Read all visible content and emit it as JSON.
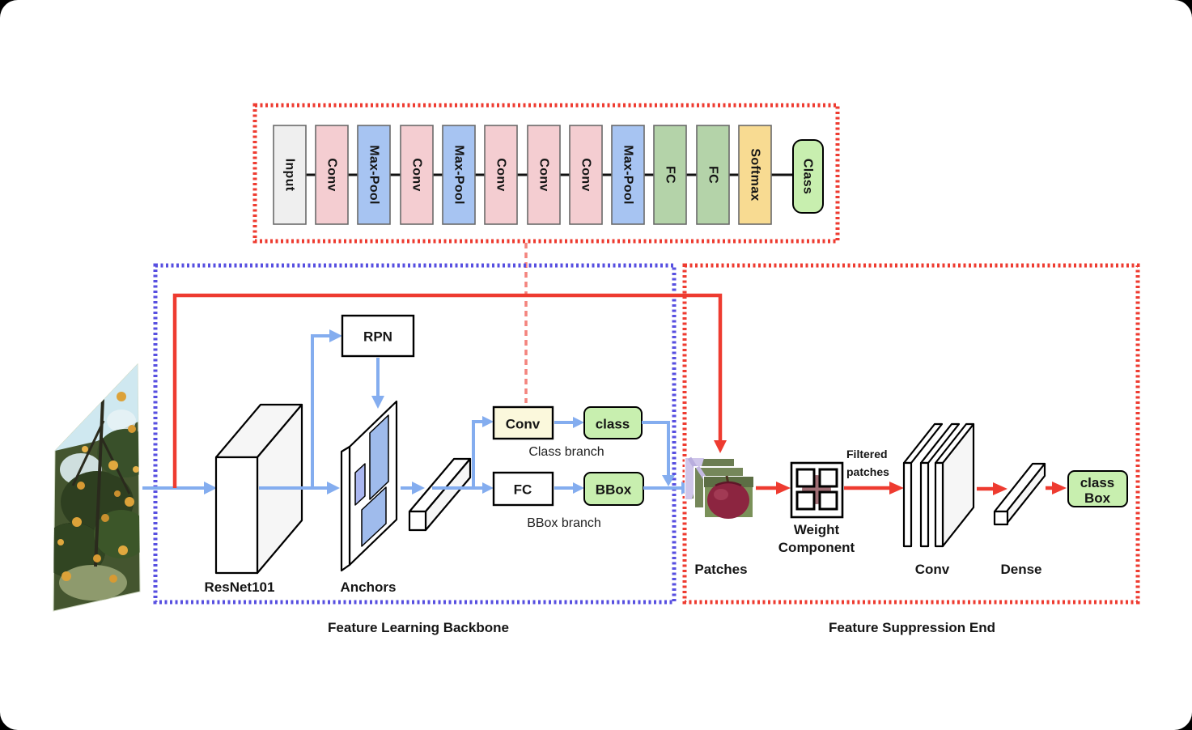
{
  "colors": {
    "panel_bg": "#FBF9DF",
    "red": "#EE3B30",
    "blue_border": "#574FE0",
    "blue_arrow": "#84ADEF",
    "salmon_dash": "#F4837D",
    "green_box": "#C8EFAF",
    "conv_branch_box": "#FBF8DC",
    "anchor_blue": "#9FBBEC",
    "weight_circle": "#A06E75"
  },
  "cnn": {
    "blocks": [
      {
        "label": "Input",
        "fill": "#EFEFEF"
      },
      {
        "label": "Conv",
        "fill": "#F4CDD1"
      },
      {
        "label": "Max-Pool",
        "fill": "#A7C4F2"
      },
      {
        "label": "Conv",
        "fill": "#F4CDD1"
      },
      {
        "label": "Max-Pool",
        "fill": "#A7C4F2"
      },
      {
        "label": "Conv",
        "fill": "#F4CDD1"
      },
      {
        "label": "Conv",
        "fill": "#F4CDD1"
      },
      {
        "label": "Conv",
        "fill": "#F4CDD1"
      },
      {
        "label": "Max-Pool",
        "fill": "#A7C4F2"
      },
      {
        "label": "FC",
        "fill": "#B4D3A9"
      },
      {
        "label": "FC",
        "fill": "#B4D3A9"
      },
      {
        "label": "Softmax",
        "fill": "#F8DB92"
      },
      {
        "label": "Class",
        "fill": "#C8EFAF"
      }
    ]
  },
  "backbone": {
    "rpn": "RPN",
    "resnet": "ResNet101",
    "anchors": "Anchors",
    "conv_label": "Conv",
    "class_label": "class",
    "class_branch": "Class branch",
    "fc_label": "FC",
    "bbox_label": "BBox",
    "bbox_branch": "BBox branch",
    "caption": "Feature Learning Backbone"
  },
  "suppression": {
    "patches": "Patches",
    "weight_line1": "Weight",
    "weight_line2": "Component",
    "filtered_line1": "Filtered",
    "filtered_line2": "patches",
    "conv": "Conv",
    "dense": "Dense",
    "classbox_line1": "class",
    "classbox_line2": "Box",
    "caption": "Feature Suppression End"
  }
}
